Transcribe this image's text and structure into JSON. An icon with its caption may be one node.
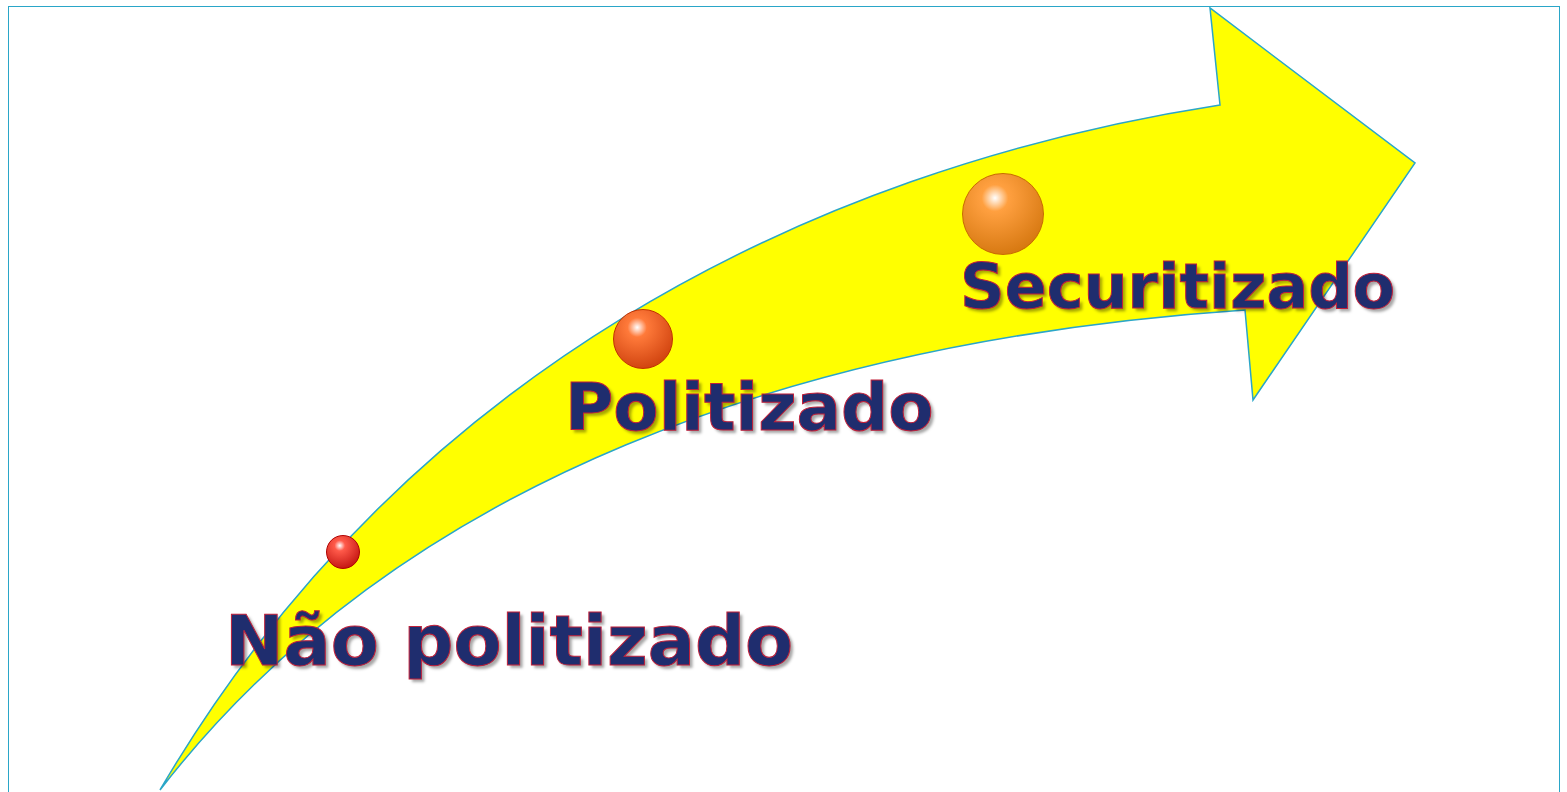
{
  "diagram": {
    "nodes": [
      {
        "text": [],
        "shape": "circle",
        "beside": [
          "Não politizado"
        ]
      },
      {
        "text": [],
        "shape": "circle",
        "beside": [
          "Politizado"
        ]
      },
      {
        "text": [],
        "shape": "circle",
        "beside": [
          "Securitizado"
        ]
      }
    ]
  }
}
